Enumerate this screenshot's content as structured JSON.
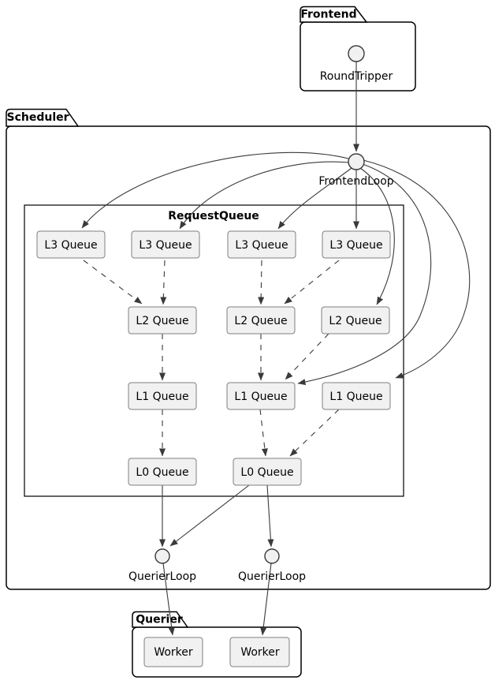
{
  "colors": {
    "background": "#ffffff",
    "node_fill": "#f1f1f1",
    "node_border": "#808080",
    "package_border": "#000000",
    "line": "#3a3a3a",
    "text": "#000000"
  },
  "frontend": {
    "title": "Frontend",
    "roundtripper_label": "RoundTripper"
  },
  "scheduler": {
    "title": "Scheduler",
    "frontendloop_label": "FrontendLoop",
    "querierloop1_label": "QuerierLoop",
    "querierloop2_label": "QuerierLoop"
  },
  "request_queue": {
    "title": "RequestQueue",
    "l3_queues": [
      "L3 Queue",
      "L3 Queue",
      "L3 Queue",
      "L3 Queue"
    ],
    "l2_queues": [
      "L2 Queue",
      "L2 Queue",
      "L2 Queue"
    ],
    "l1_queues": [
      "L1 Queue",
      "L1 Queue",
      "L1 Queue"
    ],
    "l0_queues": [
      "L0 Queue",
      "L0 Queue"
    ]
  },
  "querier": {
    "title": "Querier",
    "workers": [
      "Worker",
      "Worker"
    ]
  },
  "edges": [
    {
      "from": "RoundTripper",
      "to": "FrontendLoop",
      "style": "solid"
    },
    {
      "from": "FrontendLoop",
      "to": "L3 Queue 1",
      "style": "solid"
    },
    {
      "from": "FrontendLoop",
      "to": "L3 Queue 2",
      "style": "solid"
    },
    {
      "from": "FrontendLoop",
      "to": "L3 Queue 3",
      "style": "solid"
    },
    {
      "from": "FrontendLoop",
      "to": "L3 Queue 4",
      "style": "solid"
    },
    {
      "from": "FrontendLoop",
      "to": "L2 Queue 3",
      "style": "solid"
    },
    {
      "from": "FrontendLoop",
      "to": "L1 Queue 2",
      "style": "solid"
    },
    {
      "from": "FrontendLoop",
      "to": "L1 Queue 3",
      "style": "solid"
    },
    {
      "from": "L3 Queue 1",
      "to": "L2 Queue 1",
      "style": "dashed"
    },
    {
      "from": "L3 Queue 2",
      "to": "L2 Queue 1",
      "style": "dashed"
    },
    {
      "from": "L3 Queue 3",
      "to": "L2 Queue 2",
      "style": "dashed"
    },
    {
      "from": "L3 Queue 4",
      "to": "L2 Queue 2",
      "style": "dashed"
    },
    {
      "from": "L2 Queue 1",
      "to": "L1 Queue 1",
      "style": "dashed"
    },
    {
      "from": "L2 Queue 2",
      "to": "L1 Queue 2",
      "style": "dashed"
    },
    {
      "from": "L2 Queue 3",
      "to": "L1 Queue 2",
      "style": "dashed"
    },
    {
      "from": "L1 Queue 1",
      "to": "L0 Queue 1",
      "style": "dashed"
    },
    {
      "from": "L1 Queue 2",
      "to": "L0 Queue 2",
      "style": "dashed"
    },
    {
      "from": "L1 Queue 3",
      "to": "L0 Queue 2",
      "style": "dashed"
    },
    {
      "from": "L0 Queue 1",
      "to": "QuerierLoop 1",
      "style": "solid"
    },
    {
      "from": "L0 Queue 2",
      "to": "QuerierLoop 1",
      "style": "solid"
    },
    {
      "from": "L0 Queue 2",
      "to": "QuerierLoop 2",
      "style": "solid"
    },
    {
      "from": "QuerierLoop 1",
      "to": "Worker 1",
      "style": "solid"
    },
    {
      "from": "QuerierLoop 2",
      "to": "Worker 2",
      "style": "solid"
    }
  ]
}
